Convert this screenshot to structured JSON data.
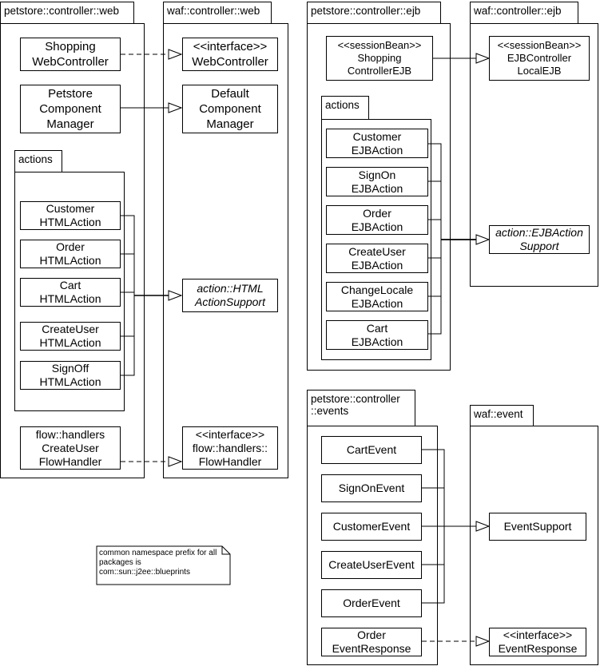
{
  "packages": {
    "pc_web": {
      "label": "petstore::controller::web"
    },
    "waf_web": {
      "label": "waf::controller::web"
    },
    "pc_ejb": {
      "label": "petstore::controller::ejb"
    },
    "waf_ejb": {
      "label": "waf::controller::ejb"
    },
    "pc_events": {
      "label": "petstore::controller\n::events"
    },
    "waf_event": {
      "label": "waf::event"
    },
    "web_actions": {
      "label": "actions"
    },
    "ejb_actions": {
      "label": "actions"
    }
  },
  "classes": {
    "shopping_web_controller": "Shopping\nWebController",
    "petstore_component_manager": "Petstore\nComponent\nManager",
    "customer_html_action": "Customer\nHTMLAction",
    "order_html_action": "Order\nHTMLAction",
    "cart_html_action": "Cart\nHTMLAction",
    "createuser_html_action": "CreateUser\nHTMLAction",
    "signoff_html_action": "SignOff\nHTMLAction",
    "flow_handlers_createuser": "flow::handlers\nCreateUser\nFlowHandler",
    "web_controller_iface": "<<interface>>\nWebController",
    "default_component_manager": "Default\nComponent\nManager",
    "html_action_support": "action::HTML\nActionSupport",
    "flow_handler_iface": "<<interface>>\nflow::handlers::\nFlowHandler",
    "shopping_controller_ejb": "<<sessionBean>>\nShopping\nControllerEJB",
    "customer_ejb_action": "Customer\nEJBAction",
    "signon_ejb_action": "SignOn\nEJBAction",
    "order_ejb_action": "Order\nEJBAction",
    "createuser_ejb_action": "CreateUser\nEJBAction",
    "changelocale_ejb_action": "ChangeLocale\nEJBAction",
    "cart_ejb_action": "Cart\nEJBAction",
    "ejb_controller_local": "<<sessionBean>>\nEJBController\nLocalEJB",
    "ejb_action_support": "action::EJBAction\nSupport",
    "cart_event": "CartEvent",
    "signon_event": "SignOnEvent",
    "customer_event": "CustomerEvent",
    "createuser_event": "CreateUserEvent",
    "order_event": "OrderEvent",
    "order_event_response": "Order\nEventResponse",
    "event_support": "EventSupport",
    "event_response_iface": "<<interface>>\nEventResponse"
  },
  "note": {
    "text": "common namespace prefix for all\npackages is\ncom::sun::j2ee::blueprints"
  }
}
